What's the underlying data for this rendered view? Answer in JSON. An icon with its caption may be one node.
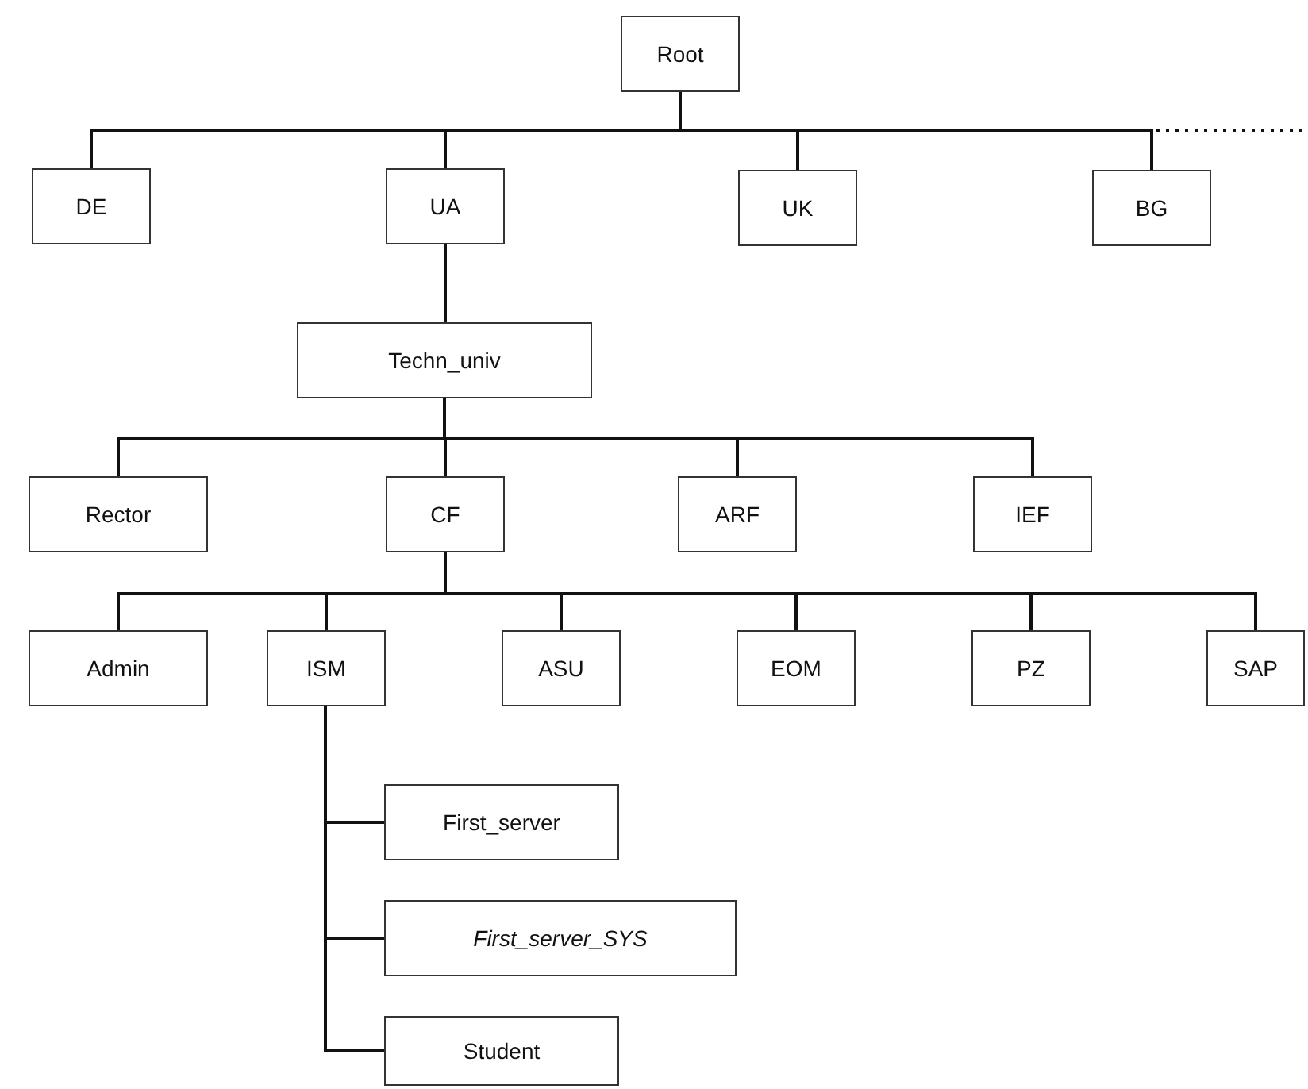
{
  "diagram": {
    "nodes": [
      {
        "text": [
          "Root"
        ]
      },
      {
        "text": [
          "DE"
        ]
      },
      {
        "text": [
          "UA"
        ]
      },
      {
        "text": [
          "UK"
        ]
      },
      {
        "text": [
          "BG"
        ]
      },
      {
        "text": [
          "Techn_univ"
        ]
      },
      {
        "text": [
          "Rector"
        ]
      },
      {
        "text": [
          "CF"
        ]
      },
      {
        "text": [
          "ARF"
        ]
      },
      {
        "text": [
          "IEF"
        ]
      },
      {
        "text": [
          "Admin"
        ]
      },
      {
        "text": [
          "ISM"
        ]
      },
      {
        "text": [
          "ASU"
        ]
      },
      {
        "text": [
          "EOM"
        ]
      },
      {
        "text": [
          "PZ"
        ]
      },
      {
        "text": [
          "SAP"
        ]
      },
      {
        "text": [
          "First_server"
        ]
      },
      {
        "text": [
          "First_server_SYS"
        ]
      },
      {
        "text": [
          "Student"
        ]
      }
    ],
    "edges": [
      {
        "from": 0,
        "to": 1,
        "arrow": "none"
      },
      {
        "from": 0,
        "to": 2,
        "arrow": "none"
      },
      {
        "from": 0,
        "to": 3,
        "arrow": "none"
      },
      {
        "from": 0,
        "to": 4,
        "arrow": "none"
      },
      {
        "from": 0,
        "to": null,
        "arrow": "none",
        "style": "dashed"
      },
      {
        "from": 2,
        "to": 5,
        "arrow": "none"
      },
      {
        "from": 5,
        "to": 6,
        "arrow": "none"
      },
      {
        "from": 5,
        "to": 7,
        "arrow": "none"
      },
      {
        "from": 5,
        "to": 8,
        "arrow": "none"
      },
      {
        "from": 5,
        "to": 9,
        "arrow": "none"
      },
      {
        "from": 7,
        "to": 10,
        "arrow": "none"
      },
      {
        "from": 7,
        "to": 11,
        "arrow": "none"
      },
      {
        "from": 7,
        "to": 12,
        "arrow": "none"
      },
      {
        "from": 7,
        "to": 13,
        "arrow": "none"
      },
      {
        "from": 7,
        "to": 14,
        "arrow": "none"
      },
      {
        "from": 7,
        "to": 15,
        "arrow": "none"
      },
      {
        "from": 11,
        "to": 16,
        "arrow": "none"
      },
      {
        "from": 11,
        "to": 17,
        "arrow": "none"
      },
      {
        "from": 11,
        "to": 18,
        "arrow": "none"
      }
    ]
  }
}
